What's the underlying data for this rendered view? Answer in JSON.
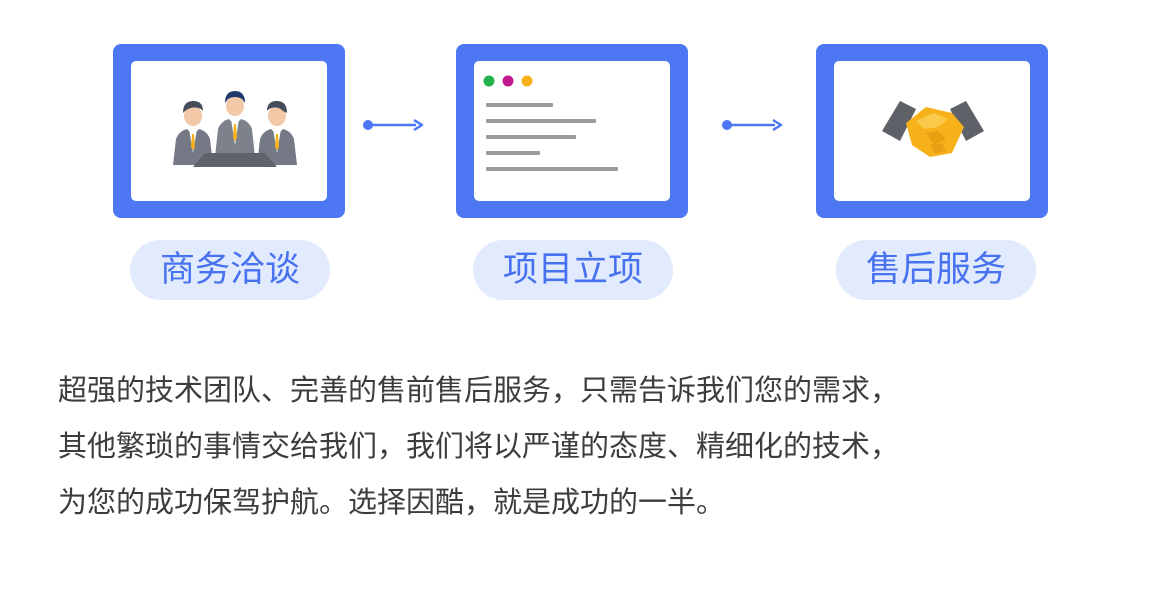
{
  "steps": [
    {
      "label": "商务洽谈",
      "icon": "business-meeting-icon"
    },
    {
      "label": "项目立项",
      "icon": "document-window-icon"
    },
    {
      "label": "售后服务",
      "icon": "handshake-icon"
    }
  ],
  "description": [
    "超强的技术团队、完善的售前售后服务，只需告诉我们您的需求，",
    "其他繁琐的事情交给我们，我们将以严谨的态度、精细化的技术，",
    "为您的成功保驾护航。选择因酷，就是成功的一半。"
  ],
  "colors": {
    "accent": "#4e77f3",
    "pill_background": "#e2eafd",
    "pill_text": "#4873f0",
    "body_text": "#3d3d3d",
    "window_dots": [
      "#22b14c",
      "#c2188f",
      "#f6b21a"
    ],
    "handshake_hands": "#f7b21b",
    "handshake_sleeves": "#5f6169"
  }
}
